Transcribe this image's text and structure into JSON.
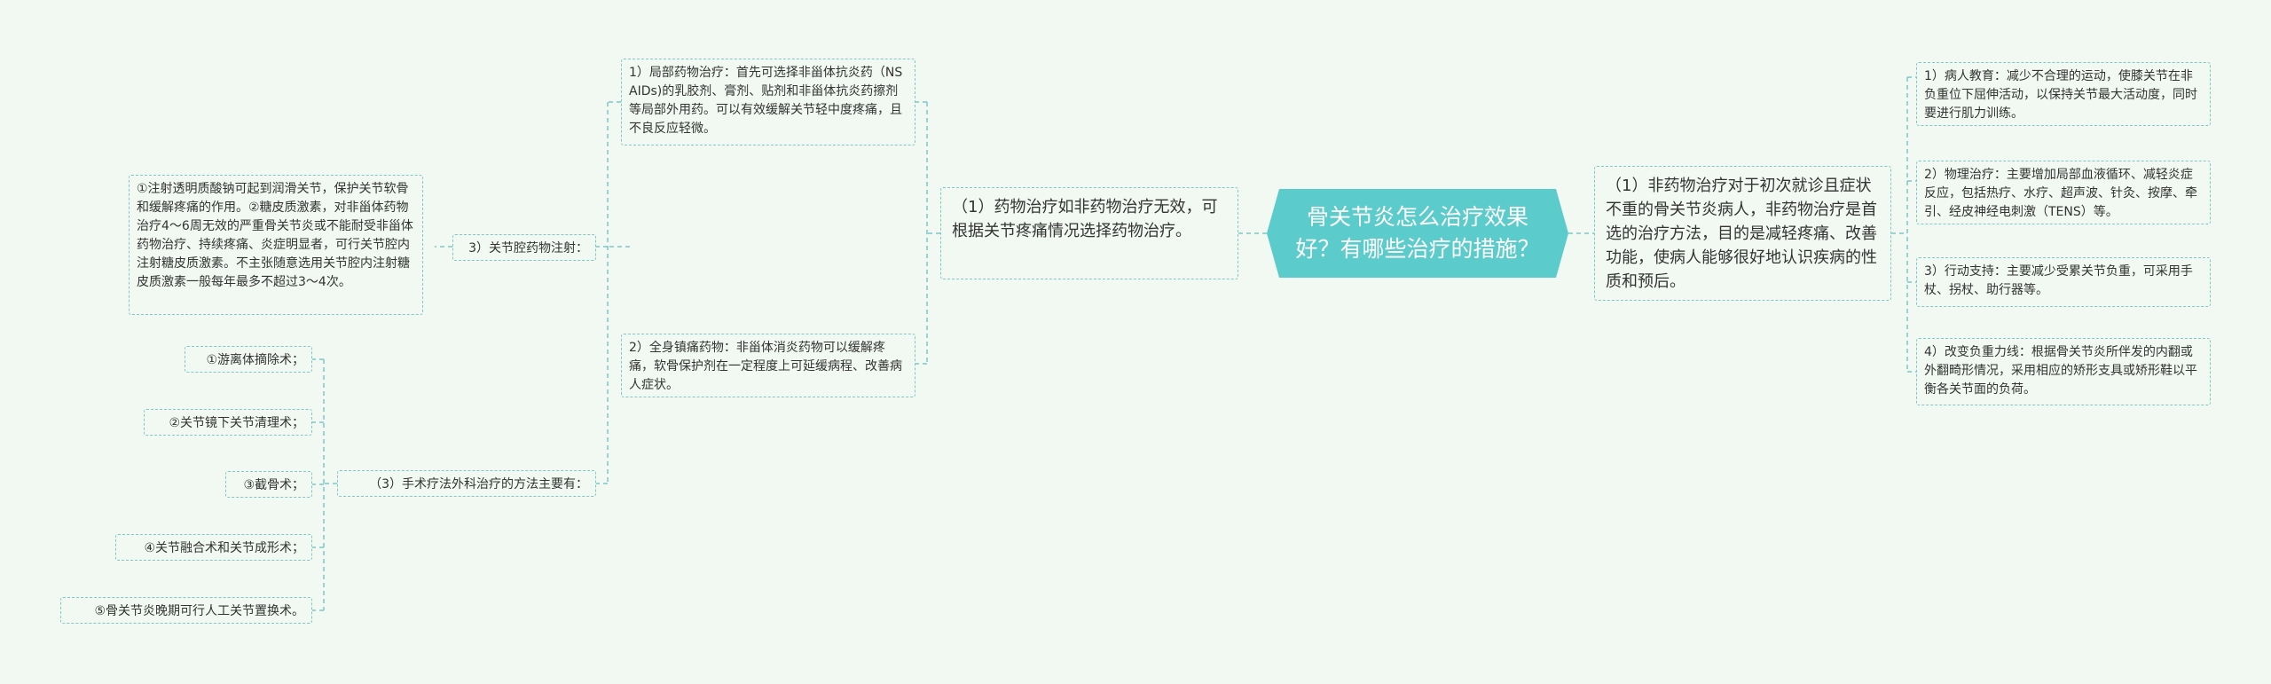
{
  "root": "骨关节炎怎么治疗效果好？有哪些治疗的措施？",
  "left": {
    "drug": {
      "label": "（1）药物治疗如非药物治疗无效，可根据关节疼痛情况选择药物治疗。",
      "children": [
        "1）局部药物治疗：首先可选择非甾体抗炎药（NSAIDs)的乳胶剂、膏剂、贴剂和非甾体抗炎药擦剂等局部外用药。可以有效缓解关节轻中度疼痛，且不良反应轻微。",
        "2）全身镇痛药物：非甾体消炎药物可以缓解疼痛，软骨保护剂在一定程度上可延缓病程、改善病人症状。"
      ]
    },
    "injection": {
      "label": "3）关节腔药物注射：",
      "detail": "①注射透明质酸钠可起到润滑关节，保护关节软骨和缓解疼痛的作用。②糖皮质激素，对非甾体药物治疗4～6周无效的严重骨关节炎或不能耐受非甾体药物治疗、持续疼痛、炎症明显者，可行关节腔内注射糖皮质激素。不主张随意选用关节腔内注射糖皮质激素一般每年最多不超过3～4次。"
    },
    "surgery": {
      "label": "（3）手术疗法外科治疗的方法主要有：",
      "items": [
        "①游离体摘除术；",
        "②关节镜下关节清理术；",
        "③截骨术；",
        "④关节融合术和关节成形术；",
        "⑤骨关节炎晚期可行人工关节置换术。"
      ]
    }
  },
  "right": {
    "nondrug": {
      "label": "（1）非药物治疗对于初次就诊且症状不重的骨关节炎病人，非药物治疗是首选的治疗方法，目的是减轻疼痛、改善功能，使病人能够很好地认识疾病的性质和预后。",
      "children": [
        "1）病人教育：减少不合理的运动，使膝关节在非负重位下屈伸活动，以保持关节最大活动度，同时要进行肌力训练。",
        "2）物理治疗：主要增加局部血液循环、减轻炎症反应，包括热疗、水疗、超声波、针灸、按摩、牵引、经皮神经电刺激（TENS）等。",
        "3）行动支持：主要减少受累关节负重，可采用手杖、拐杖、助行器等。",
        "4）改变负重力线：根据骨关节炎所伴发的内翻或外翻畸形情况，采用相应的矫形支具或矫形鞋以平衡各关节面的负荷。"
      ]
    }
  },
  "colors": {
    "root_fill": "#5ccbcb",
    "border": "#7ec8c8",
    "background": "#f1f9f2"
  }
}
